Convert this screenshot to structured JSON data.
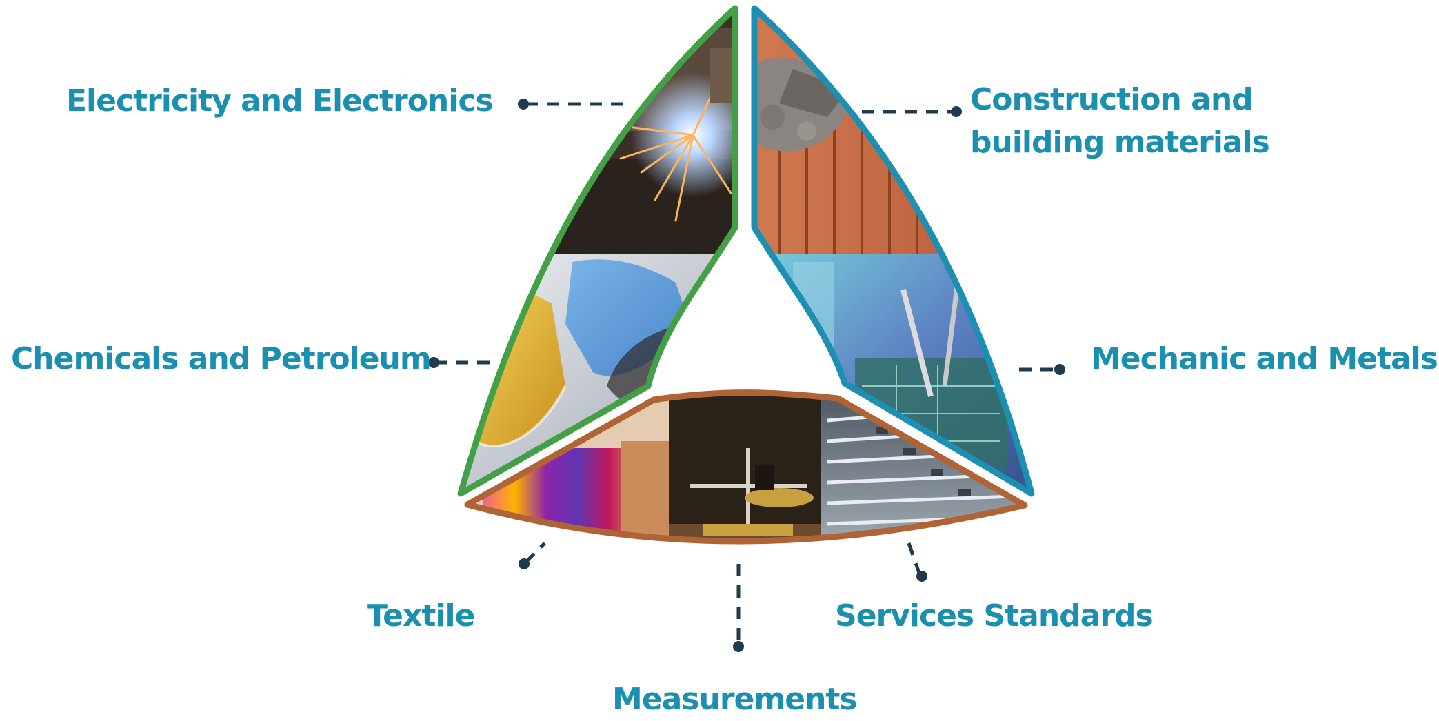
{
  "colors": {
    "label_text": "#1a8fb0",
    "connector": "#1f3b4d",
    "green_segment_border": "#43a047",
    "blue_segment_border": "#1d8fb3",
    "brown_segment_border": "#b06436"
  },
  "segments": [
    {
      "name": "green",
      "photos": [
        {
          "icon": "welding-sparks-photo",
          "base": "#4a3a30",
          "accent": "#d9e6ff"
        },
        {
          "icon": "chemistry-flask-photo",
          "base": "#c9cfd8",
          "accent": "#e5b928"
        }
      ]
    },
    {
      "name": "blue",
      "photos": [
        {
          "icon": "bricks-and-trowel-photo",
          "base": "#c06a44",
          "accent": "#8a8580"
        },
        {
          "icon": "circuit-board-photo",
          "base": "#3e6fa8",
          "accent": "#9be0e8"
        }
      ]
    },
    {
      "name": "brown",
      "photos": [
        {
          "icon": "thread-spools-photo",
          "base": "#d8a070",
          "accent": "#c0307a"
        },
        {
          "icon": "balance-scale-photo",
          "base": "#2a2118",
          "accent": "#c8a040"
        },
        {
          "icon": "document-files-photo",
          "base": "#5a6670",
          "accent": "#e8edf2"
        }
      ]
    }
  ],
  "labels": {
    "electricity": {
      "line1": "Electricity and Electronics"
    },
    "construction": {
      "line1": "Construction and",
      "line2": "building materials"
    },
    "chemicals": {
      "line1": "Chemicals and Petroleum"
    },
    "mechanic": {
      "line1": "Mechanic and Metals"
    },
    "textile": {
      "line1": "Textile"
    },
    "services": {
      "line1": "Services Standards"
    },
    "measurements": {
      "line1": "Measurements"
    }
  }
}
